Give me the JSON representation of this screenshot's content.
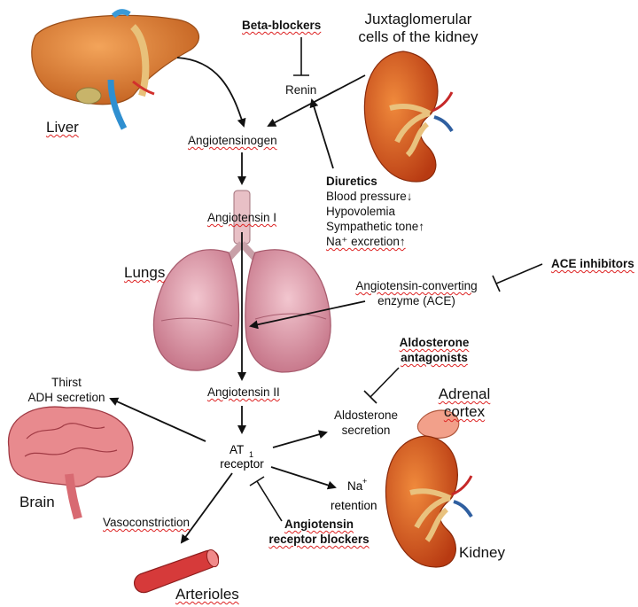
{
  "organs": {
    "liver": "Liver",
    "lungs": "Lungs",
    "brain": "Brain",
    "arterioles": "Arterioles",
    "kidney": "Kidney",
    "adrenal_cortex": [
      "Adrenal",
      "cortex"
    ],
    "juxtaglomerular": [
      "Juxtaglomerular",
      "cells of the kidney"
    ]
  },
  "pathway": {
    "renin": "Renin",
    "angiotensinogen": "Angiotensinogen",
    "angiotensin_1": "Angiotensin I",
    "angiotensin_2": "Angiotensin II",
    "at1_receptor": {
      "line1": "AT",
      "sub": "1",
      "line2": "receptor"
    },
    "ace": [
      "Angiotensin-converting",
      "enzyme (ACE)"
    ],
    "thirst": [
      "Thirst",
      "ADH secretion"
    ],
    "vasoconstriction": "Vasoconstriction",
    "aldosterone": [
      "Aldosterone",
      "secretion"
    ],
    "na_retention": {
      "line1": "Na",
      "sup": "+",
      "line2": "retention"
    }
  },
  "stimuli": {
    "header": "Diuretics",
    "items": [
      "Blood pressure↓",
      "Hypovolemia",
      "Sympathetic tone↑",
      "Na⁺ excretion↑"
    ]
  },
  "drugs": {
    "beta_blockers": "Beta-blockers",
    "ace_inhibitors": "ACE inhibitors",
    "aldosterone_antagonists": [
      "Aldosterone",
      "antagonists"
    ],
    "arbs": [
      "Angiotensin",
      "receptor blockers"
    ]
  },
  "colors": {
    "liver": "#d9782f",
    "lung": "#e2a1b0",
    "brain": "#d86a72",
    "kidney": "#d4501e",
    "artery": "#d63a3a",
    "squiggle": "#d22222"
  }
}
